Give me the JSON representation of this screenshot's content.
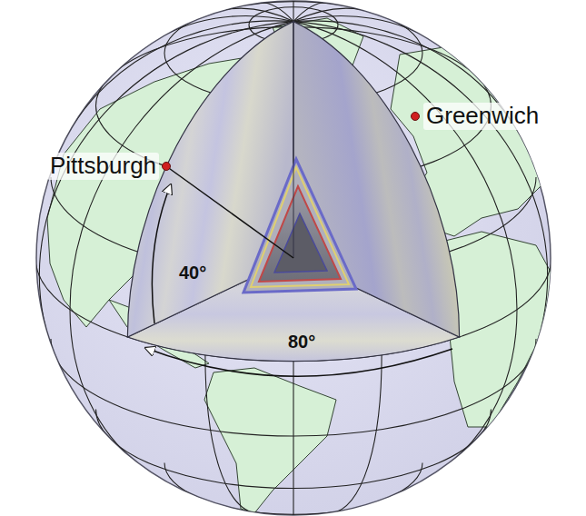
{
  "diagram": {
    "labels": [
      "Greenwich",
      "Pittsburgh",
      "40°",
      "80°"
    ]
  }
}
